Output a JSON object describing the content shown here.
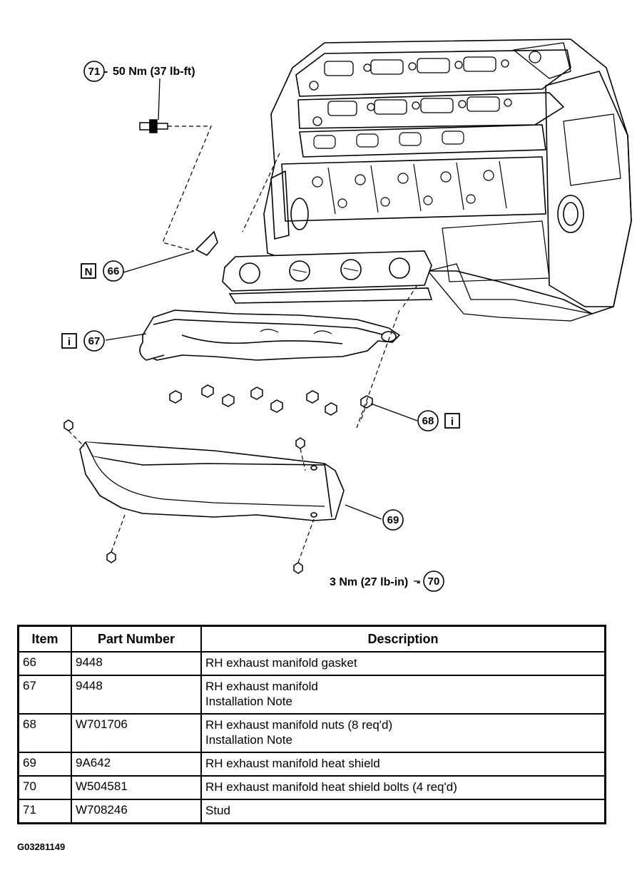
{
  "callouts": {
    "c71": {
      "num": "71",
      "text": "50 Nm (37 lb-ft)"
    },
    "c66": {
      "num": "66",
      "badge": "N"
    },
    "c67": {
      "num": "67",
      "badge": "i"
    },
    "c68": {
      "num": "68",
      "badge": "i"
    },
    "c69": {
      "num": "69"
    },
    "c70": {
      "num": "70",
      "text": "3 Nm (27 lb-in)"
    }
  },
  "table": {
    "headers": [
      "Item",
      "Part Number",
      "Description"
    ],
    "rows": [
      {
        "item": "66",
        "part": "9448",
        "desc": [
          "RH exhaust manifold gasket"
        ]
      },
      {
        "item": "67",
        "part": "9448",
        "desc": [
          "RH exhaust manifold",
          "Installation Note"
        ]
      },
      {
        "item": "68",
        "part": "W701706",
        "desc": [
          "RH exhaust manifold nuts (8 req'd)",
          "Installation Note"
        ]
      },
      {
        "item": "69",
        "part": "9A642",
        "desc": [
          "RH exhaust manifold heat shield"
        ]
      },
      {
        "item": "70",
        "part": "W504581",
        "desc": [
          "RH exhaust manifold heat shield bolts (4 req'd)"
        ]
      },
      {
        "item": "71",
        "part": "W708246",
        "desc": [
          "Stud"
        ]
      }
    ]
  },
  "figure_code": "G03281149"
}
